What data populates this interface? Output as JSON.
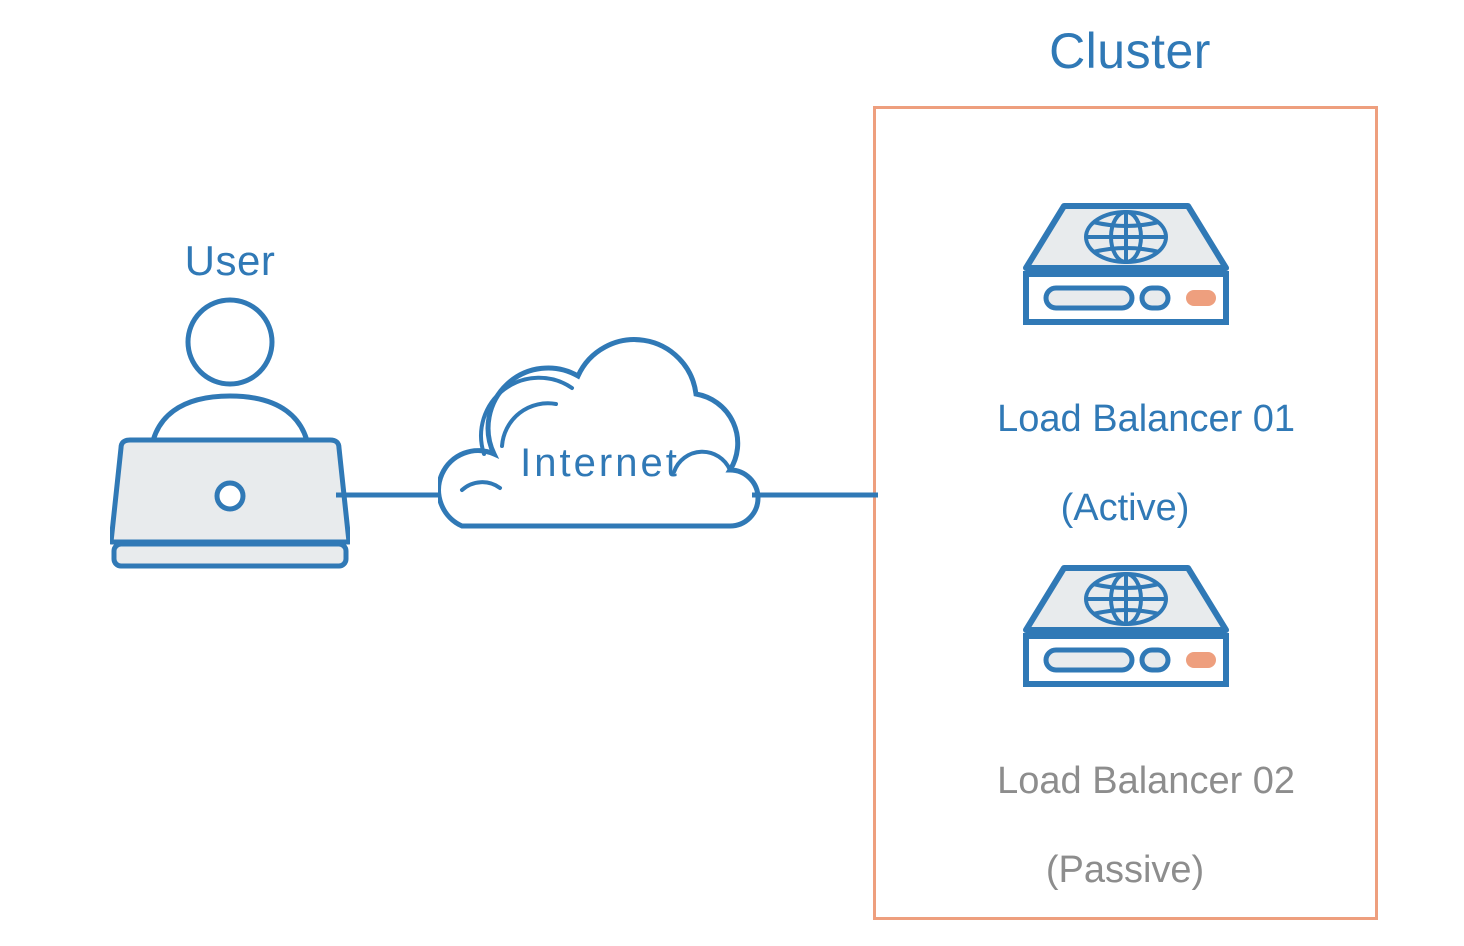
{
  "diagram": {
    "title_cluster": "Cluster",
    "background_color": "#FFFFFF",
    "stroke_blue": "#3079B6",
    "accent_orange": "#EE9F7E",
    "fill_light": "#E8EBED",
    "text_gray": "#8D8D8D"
  },
  "nodes": {
    "user": {
      "label": "User",
      "icon": "user-laptop-icon",
      "color": "#3079B6"
    },
    "internet": {
      "label": "Internet",
      "icon": "cloud-icon",
      "color": "#3079B6"
    },
    "load_balancer_01": {
      "name": "Load Balancer 01",
      "state": "(Active)",
      "icon": "load-balancer-icon",
      "color": "#3079B6"
    },
    "load_balancer_02": {
      "name": "Load Balancer 02",
      "state": "(Passive)",
      "icon": "load-balancer-icon",
      "color": "#8D8D8D"
    }
  },
  "cluster": {
    "title": "Cluster",
    "border_color": "#EE9F7E",
    "members": [
      "Load Balancer 01",
      "Load Balancer 02"
    ]
  },
  "connections": [
    {
      "from": "User",
      "to": "Internet"
    },
    {
      "from": "Internet",
      "to": "Cluster"
    }
  ]
}
